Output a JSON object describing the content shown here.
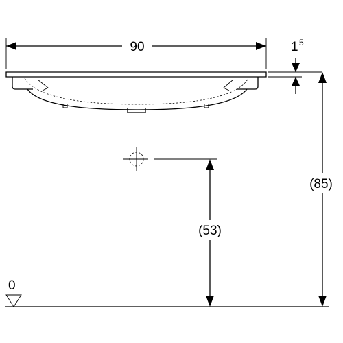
{
  "dimensions": {
    "width_label": "90",
    "rim_thickness_main": "1",
    "rim_thickness_sup": "5",
    "waste_height_label": "(53)",
    "overall_height_label": "(85)",
    "floor_label": "0"
  }
}
